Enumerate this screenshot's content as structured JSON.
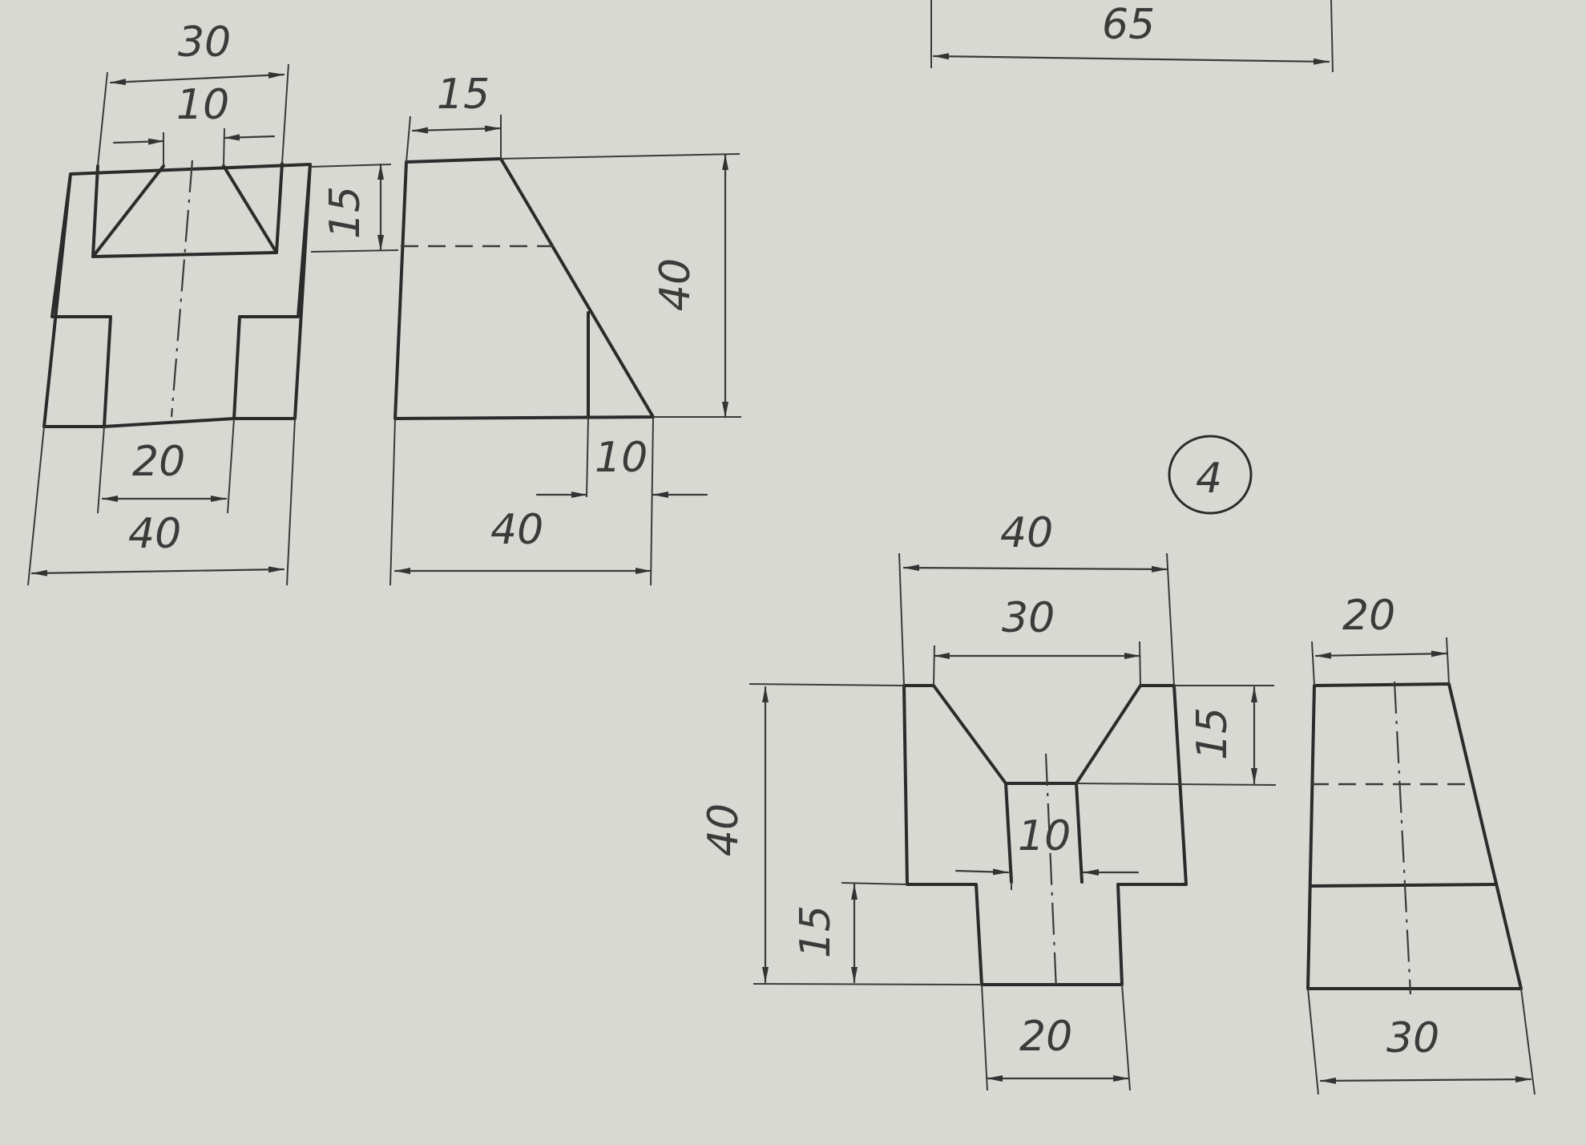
{
  "labels": {
    "top_65": "65",
    "v1_width_30": "30",
    "v1_width_10": "10",
    "v1_width_20": "20",
    "v1_width_40": "40",
    "v2_height_15": "15",
    "v2_top_15": "15",
    "v2_height_40": "40",
    "v2_bottom_10": "10",
    "v2_bottom_40": "40",
    "problem_number": "4",
    "v3_width_40": "40",
    "v3_width_30": "30",
    "v3_height_40": "40",
    "v3_height_15_right": "15",
    "v3_width_10": "10",
    "v3_height_15_left": "15",
    "v3_width_20": "20",
    "v4_width_20": "20",
    "v4_width_30": "30"
  },
  "colors": {
    "paper": "#d9d9d4",
    "ink": "#2b2b2b"
  }
}
